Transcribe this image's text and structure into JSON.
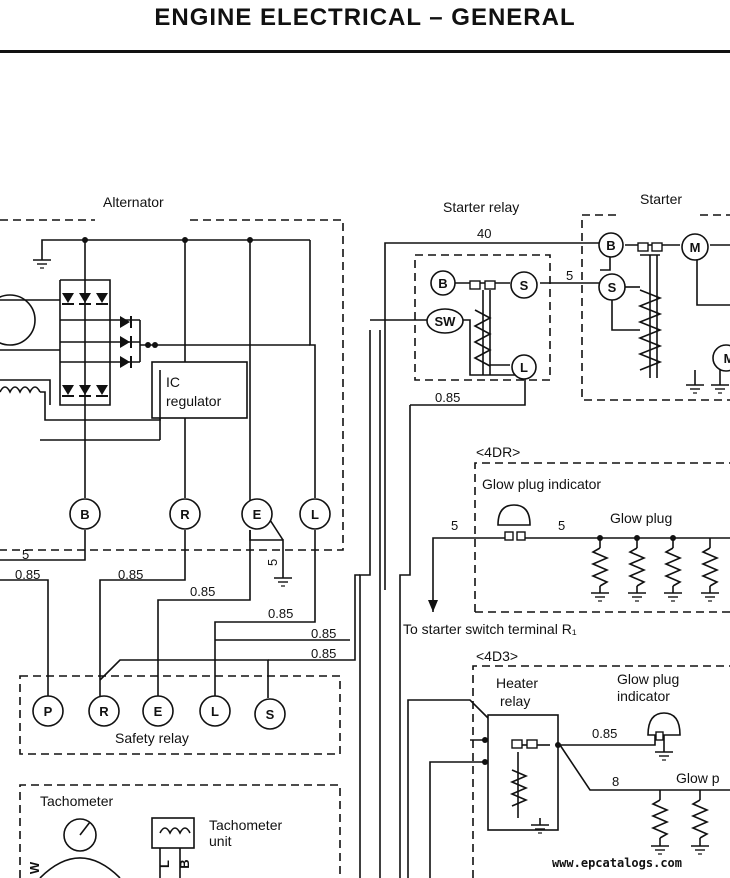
{
  "header": {
    "title": "ENGINE ELECTRICAL – GENERAL"
  },
  "labels": {
    "alternator": "Alternator",
    "ic_regulator_1": "IC",
    "ic_regulator_2": "regulator",
    "starter_relay": "Starter relay",
    "starter": "Starter",
    "dr_group": "<4DR>",
    "glow_plug_indicator": "Glow plug indicator",
    "glow_plug": "Glow plug",
    "to_starter_switch": "To starter switch terminal R₁",
    "d3_group": "<4D3>",
    "heater_relay_1": "Heater",
    "heater_relay_2": "relay",
    "glow_plug_indicator2_1": "Glow plug",
    "glow_plug_indicator2_2": "indicator",
    "glow_plug2": "Glow p",
    "safety_relay": "Safety relay",
    "tachometer": "Tachometer",
    "tachometer_unit_1": "Tachometer",
    "tachometer_unit_2": "unit"
  },
  "terminals": {
    "alt_b": "B",
    "alt_r": "R",
    "alt_e": "E",
    "alt_l": "L",
    "sr_b": "B",
    "sr_s": "S",
    "sr_sw": "SW",
    "sr_l": "L",
    "st_b": "B",
    "st_m": "M",
    "st_s": "S",
    "st_m2": "M",
    "saf_p": "P",
    "saf_r": "R",
    "saf_e": "E",
    "saf_l": "L",
    "saf_s": "S",
    "tach_l": "L",
    "tach_b": "B",
    "tach_w": "W"
  },
  "wire_sizes": {
    "w40": "40",
    "w5_sr": "5",
    "w085_sr": "0.85",
    "w5_alt": "5",
    "w085_alt": "0.85",
    "w085_r": "0.85",
    "w085_e": "0.85",
    "w5_e_gnd": "5",
    "w085_l": "0.85",
    "w085_s1": "0.85",
    "w085_s2": "0.85",
    "w5_glow_in": "5",
    "w5_glow_out": "5",
    "w085_heater": "0.85",
    "w8_heater": "8"
  },
  "footer": {
    "watermark": "www.epcatalogs.com"
  }
}
